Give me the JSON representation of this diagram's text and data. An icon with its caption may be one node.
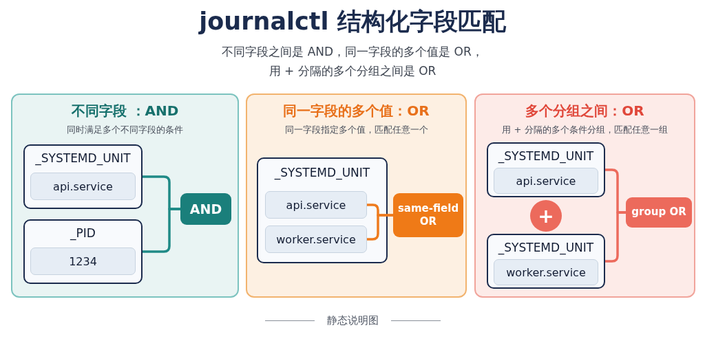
{
  "diagram": {
    "title": "journalctl 结构化字段匹配",
    "caption": "静态说明图",
    "nodes": [
      {
        "text": [
          "不同字段 ：AND",
          "同时满足多个不同字段的条件"
        ]
      },
      {
        "text": [
          "_SYSTEMD_UNIT"
        ],
        "in": 0
      },
      {
        "text": [
          "api.service"
        ],
        "in": 1
      },
      {
        "text": [
          "_PID"
        ],
        "in": 0
      },
      {
        "text": [
          "1234"
        ],
        "in": 3
      },
      {
        "text": [
          "AND"
        ],
        "in": 0
      },
      {
        "text": [
          "同一字段的多个值：OR",
          "同一字段指定多个值，匹配任意一个"
        ]
      },
      {
        "text": [
          "_SYSTEMD_UNIT"
        ],
        "in": 6
      },
      {
        "text": [
          "api.service"
        ],
        "in": 7
      },
      {
        "text": [
          "worker.service"
        ],
        "in": 7
      },
      {
        "text": [
          "same-field OR"
        ],
        "in": 6
      },
      {
        "text": [
          "多个分组之间：OR",
          "用 + 分隔的多个条件分组，匹配任意一组"
        ]
      },
      {
        "text": [
          "_SYSTEMD_UNIT"
        ],
        "in": 11
      },
      {
        "text": [
          "api.service"
        ],
        "in": 12
      },
      {
        "text": [
          "+"
        ],
        "in": 11
      },
      {
        "text": [
          "_SYSTEMD_UNIT"
        ],
        "in": 11
      },
      {
        "text": [
          "worker.service"
        ],
        "in": 15
      },
      {
        "text": [
          "group OR"
        ],
        "in": 11
      }
    ],
    "edges": [
      {
        "from": 1,
        "to": 5,
        "arrow": "none",
        "color": "#1f8a86"
      },
      {
        "from": 3,
        "to": 5,
        "arrow": "none",
        "color": "#1f8a86"
      },
      {
        "from": 8,
        "to": 10,
        "arrow": "none",
        "color": "#ee7b1e"
      },
      {
        "from": 9,
        "to": 10,
        "arrow": "none",
        "color": "#ee7b1e"
      },
      {
        "from": 12,
        "to": 17,
        "arrow": "none",
        "color": "#ec6a5c"
      },
      {
        "from": 15,
        "to": 17,
        "arrow": "none",
        "color": "#ec6a5c"
      }
    ],
    "labels": [
      "不同字段之间是 AND，同一字段的多个值是 OR，",
      "用 + 分隔的多个分组之间是 OR"
    ]
  }
}
